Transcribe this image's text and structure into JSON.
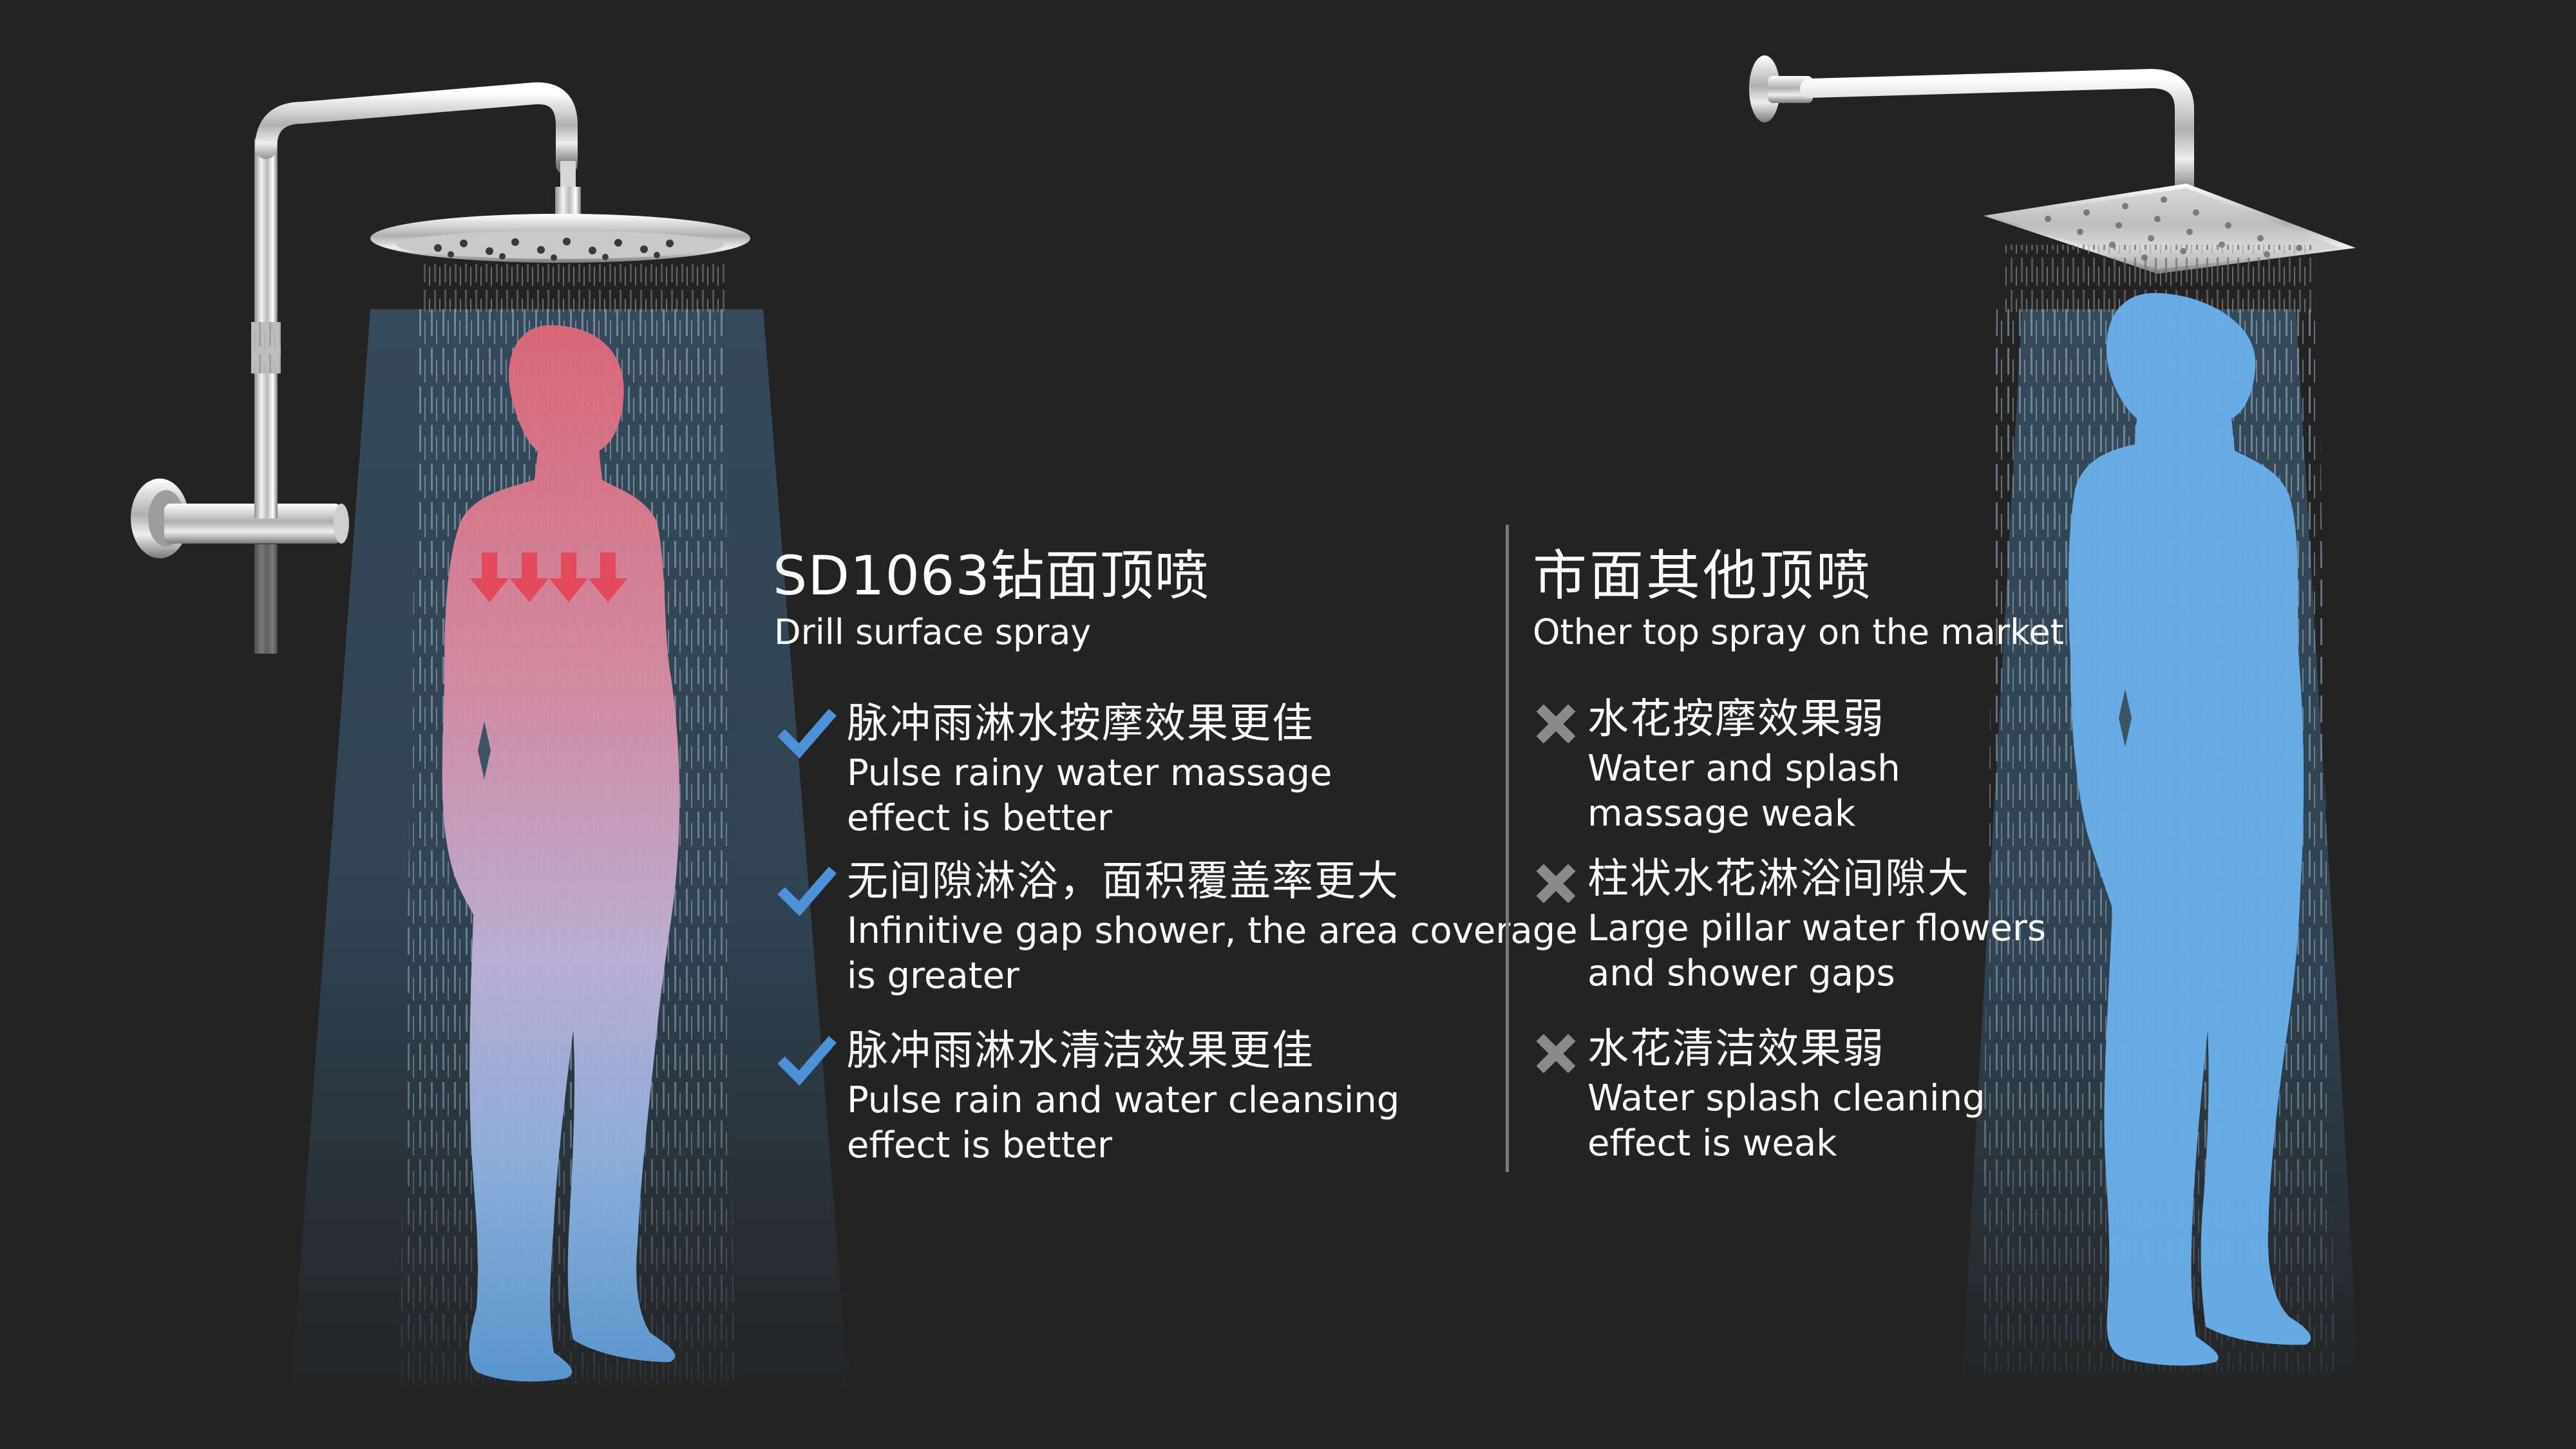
{
  "colors": {
    "background": "#232323",
    "beam": "#33495a",
    "check": "#4d91d8",
    "cross": "#8a8a8a",
    "divider": "#7a7a7a",
    "left_body_top": "#e06a7c",
    "left_body_mid": "#c9a3c6",
    "left_body_bottom": "#5b9cd6",
    "right_body": "#6aaee9",
    "pulse_arrow": "#e24a5c",
    "text": "#ffffff"
  },
  "left_panel": {
    "title": "SD1063钻面顶喷",
    "subtitle": "Drill surface spray",
    "product_icon": "round-rain-shower-column",
    "pulse_arrows_icon": "down-arrow",
    "pulse_arrows_count": 4,
    "items": [
      {
        "icon": "check-icon",
        "cn": "脉冲雨淋水按摩效果更佳",
        "en_line1": "Pulse rainy water massage",
        "en_line2": "effect is better"
      },
      {
        "icon": "check-icon",
        "cn": "无间隙淋浴，面积覆盖率更大",
        "en_line1": "Infinitive gap shower, the area coverage",
        "en_line2": "is greater"
      },
      {
        "icon": "check-icon",
        "cn": "脉冲雨淋水清洁效果更佳",
        "en_line1": "Pulse rain and water cleansing",
        "en_line2": "effect is better"
      }
    ]
  },
  "right_panel": {
    "title": "市面其他顶喷",
    "subtitle": "Other top spray on the market",
    "product_icon": "square-shower-head",
    "items": [
      {
        "icon": "cross-icon",
        "cn": "水花按摩效果弱",
        "en_line1": "Water and splash",
        "en_line2": "massage weak"
      },
      {
        "icon": "cross-icon",
        "cn": "柱状水花淋浴间隙大",
        "en_line1": "Large pillar water flowers",
        "en_line2": "and shower gaps"
      },
      {
        "icon": "cross-icon",
        "cn": "水花清洁效果弱",
        "en_line1": "Water splash cleaning",
        "en_line2": "effect is weak"
      }
    ]
  }
}
